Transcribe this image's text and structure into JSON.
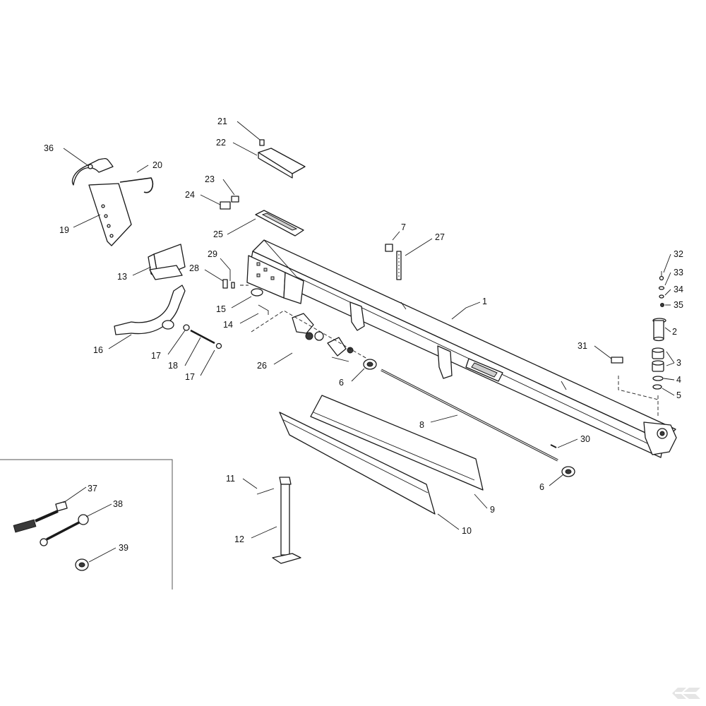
{
  "callouts": [
    {
      "id": "c1",
      "label": "1"
    },
    {
      "id": "c2",
      "label": "2"
    },
    {
      "id": "c3",
      "label": "3"
    },
    {
      "id": "c4",
      "label": "4"
    },
    {
      "id": "c5",
      "label": "5"
    },
    {
      "id": "c6a",
      "label": "6"
    },
    {
      "id": "c6b",
      "label": "6"
    },
    {
      "id": "c7",
      "label": "7"
    },
    {
      "id": "c8",
      "label": "8"
    },
    {
      "id": "c9",
      "label": "9"
    },
    {
      "id": "c10",
      "label": "10"
    },
    {
      "id": "c11",
      "label": "11"
    },
    {
      "id": "c12",
      "label": "12"
    },
    {
      "id": "c13",
      "label": "13"
    },
    {
      "id": "c14",
      "label": "14"
    },
    {
      "id": "c15",
      "label": "15"
    },
    {
      "id": "c16",
      "label": "16"
    },
    {
      "id": "c17a",
      "label": "17"
    },
    {
      "id": "c17b",
      "label": "17"
    },
    {
      "id": "c18",
      "label": "18"
    },
    {
      "id": "c19",
      "label": "19"
    },
    {
      "id": "c20",
      "label": "20"
    },
    {
      "id": "c21",
      "label": "21"
    },
    {
      "id": "c22",
      "label": "22"
    },
    {
      "id": "c23",
      "label": "23"
    },
    {
      "id": "c24",
      "label": "24"
    },
    {
      "id": "c25",
      "label": "25"
    },
    {
      "id": "c26",
      "label": "26"
    },
    {
      "id": "c27",
      "label": "27"
    },
    {
      "id": "c28",
      "label": "28"
    },
    {
      "id": "c29",
      "label": "29"
    },
    {
      "id": "c30",
      "label": "30"
    },
    {
      "id": "c31",
      "label": "31"
    },
    {
      "id": "c32",
      "label": "32"
    },
    {
      "id": "c33",
      "label": "33"
    },
    {
      "id": "c34",
      "label": "34"
    },
    {
      "id": "c35",
      "label": "35"
    },
    {
      "id": "c36",
      "label": "36"
    },
    {
      "id": "c37",
      "label": "37"
    },
    {
      "id": "c38",
      "label": "38"
    },
    {
      "id": "c39",
      "label": "39"
    }
  ],
  "logo": {
    "icon": "k-logo-icon",
    "text": "K",
    "color": "#e5e5e5"
  }
}
